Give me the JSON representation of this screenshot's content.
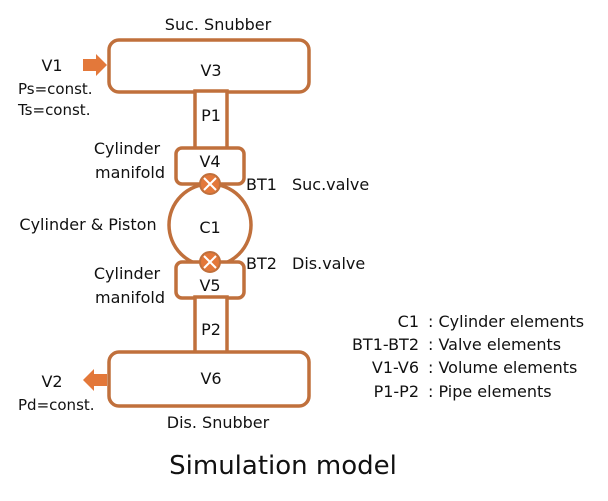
{
  "colors": {
    "stroke": "#c0703c",
    "arrow": "#e3783a",
    "text": "#111111"
  },
  "suction": {
    "snubber_label": "Suc. Snubber",
    "volume": "V3",
    "inlet": "V1",
    "ps": "Ps=const.",
    "ts": "Ts=const."
  },
  "pipe_top": "P1",
  "manifold_top": {
    "label_line1": "Cylinder",
    "label_line2": "manifold",
    "volume": "V4"
  },
  "valve_top": {
    "id": "BT1",
    "name": "Suc.valve"
  },
  "cylinder": {
    "label": "Cylinder & Piston",
    "id": "C1"
  },
  "valve_bottom": {
    "id": "BT2",
    "name": "Dis.valve"
  },
  "manifold_bottom": {
    "label_line1": "Cylinder",
    "label_line2": "manifold",
    "volume": "V5"
  },
  "pipe_bottom": "P2",
  "discharge": {
    "volume": "V6",
    "outlet": "V2",
    "pd": "Pd=const.",
    "snubber_label": "Dis. Snubber"
  },
  "legend": [
    {
      "key": "C1",
      "desc": ": Cylinder elements"
    },
    {
      "key": "BT1-BT2",
      "desc": ": Valve elements"
    },
    {
      "key": "V1-V6",
      "desc": ": Volume elements"
    },
    {
      "key": "P1-P2",
      "desc": ": Pipe elements"
    }
  ],
  "title": "Simulation model"
}
